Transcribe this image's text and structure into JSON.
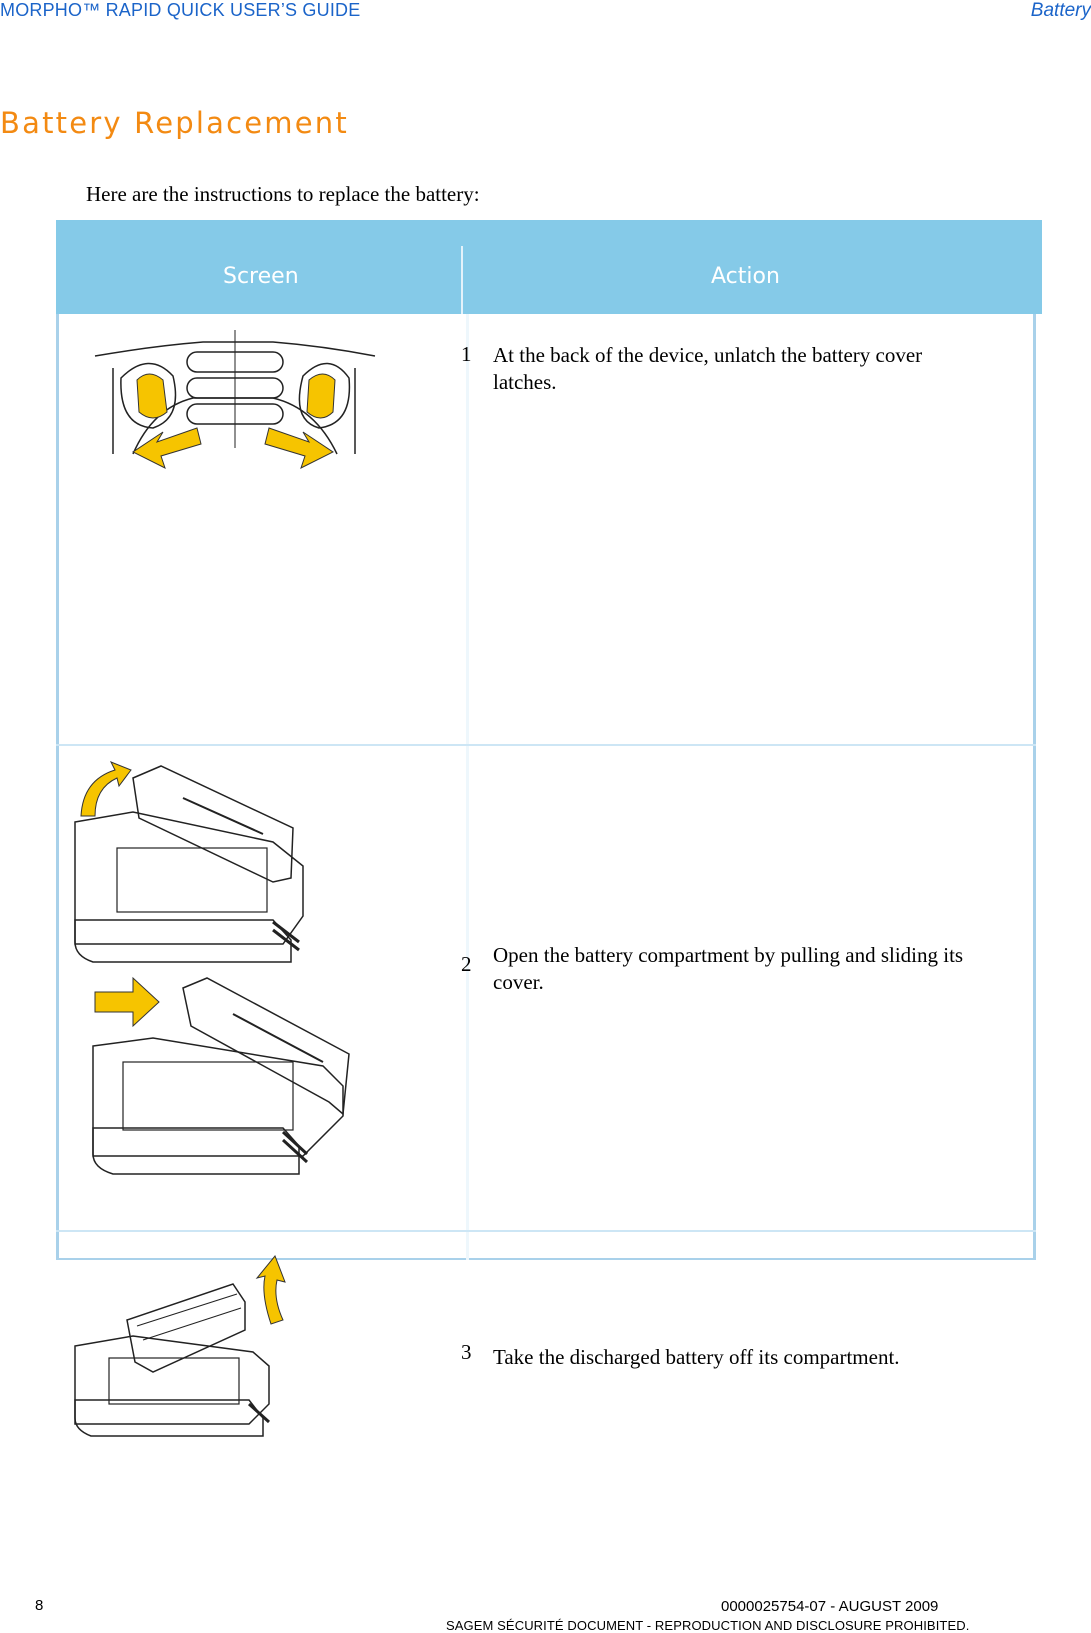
{
  "header": {
    "guide_title": "MORPHO™ RAPID QUICK USER’S GUIDE",
    "section": "Battery"
  },
  "page_title": "Battery Replacement",
  "intro": "Here are the instructions to replace the battery:",
  "table": {
    "columns": [
      "Screen",
      "Action"
    ],
    "rows": [
      {
        "step": "1",
        "text": "At the back of the device, unlatch the battery cover latches.",
        "illustration": "battery-latches-unlatch-illustration"
      },
      {
        "step": "2",
        "text": "Open the battery compartment by pulling and sliding its cover.",
        "illustration": "battery-cover-open-slide-illustration"
      },
      {
        "step": "3",
        "text": "Take the discharged battery off its compartment.",
        "illustration": "battery-remove-illustration"
      }
    ]
  },
  "colors": {
    "header_text": "#1b64c9",
    "title": "#f38a12",
    "table_header_bg": "#85cae8",
    "arrow_fill": "#f6c400"
  },
  "footer": {
    "page_number": "8",
    "doc_id": "0000025754-07 - AUGUST 2009",
    "legal": "SAGEM SÉCURITÉ DOCUMENT - REPRODUCTION AND DISCLOSURE PROHIBITED."
  }
}
